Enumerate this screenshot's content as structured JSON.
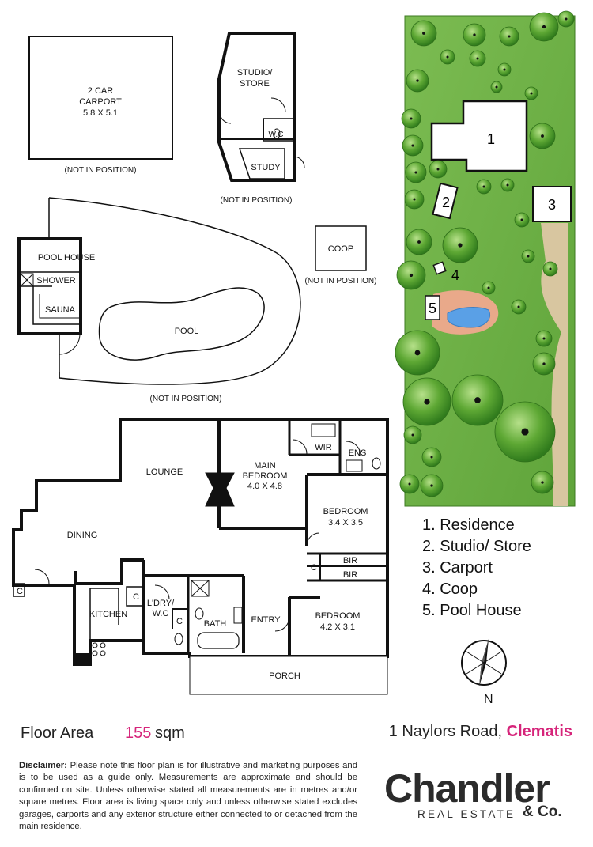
{
  "outbuildings": {
    "carport_label_1": "2 CAR",
    "carport_label_2": "CARPORT",
    "carport_size": "5.8 X 5.1",
    "carport_note": "(NOT IN POSITION)",
    "studio_label_1": "STUDIO/",
    "studio_label_2": "STORE",
    "wc_label": "W.C",
    "study_label": "STUDY",
    "studio_note": "(NOT IN POSITION)",
    "coop_label": "COOP",
    "coop_note": "(NOT IN POSITION)",
    "pool_house_label": "POOL HOUSE",
    "shower_label": "SHOWER",
    "sauna_label": "SAUNA",
    "pool_label": "POOL",
    "pool_note": "(NOT IN POSITION)"
  },
  "residence": {
    "lounge": "LOUNGE",
    "main_bedroom": "MAIN",
    "main_bedroom_2": "BEDROOM",
    "main_bedroom_size": "4.0 X 4.8",
    "wir": "WIR",
    "ens": "ENS",
    "dining": "DINING",
    "bedroom2": "BEDROOM",
    "bedroom2_size": "3.4 X 3.5",
    "bir1": "BIR",
    "bir2": "BIR",
    "c_cupboard": "C",
    "kitchen": "KITCHEN",
    "laundry_1": "L'DRY/",
    "laundry_2": "W.C",
    "bath": "BATH",
    "entry": "ENTRY",
    "bedroom3": "BEDROOM",
    "bedroom3_size": "4.2 X 3.1",
    "porch": "PORCH"
  },
  "site_plan": {
    "markers": [
      "1",
      "2",
      "3",
      "4",
      "5"
    ]
  },
  "legend": [
    "1. Residence",
    "2. Studio/ Store",
    "3. Carport",
    "4. Coop",
    "5. Pool House"
  ],
  "compass": {
    "label": "N"
  },
  "footer": {
    "floor_area_label": "Floor Area",
    "floor_area_value": "155",
    "floor_area_unit": "sqm",
    "address_street": "1 Naylors Road,",
    "address_suburb": "Clematis",
    "disclaimer_heading": "Disclaimer:",
    "disclaimer_body": "Please note this floor plan is for illustrative and marketing purposes and is to be used as a guide only. Measurements are approximate and should be confirmed on site.  Unless otherwise stated all measurements are in metres and/or square metres.  Floor area is living space only and unless otherwise stated excludes garages, carports and any exterior structure either connected to or detached from the main residence."
  },
  "brand": {
    "name": "Chandler",
    "sub": "REAL ESTATE",
    "co": "& Co."
  },
  "colors": {
    "lawn": "#6fb04a",
    "tree": "#4d9a2c",
    "accent": "#d6247a",
    "pool_water": "#5aa0e6",
    "pool_deck": "#e9a98a",
    "sand": "#d8c6a0"
  }
}
